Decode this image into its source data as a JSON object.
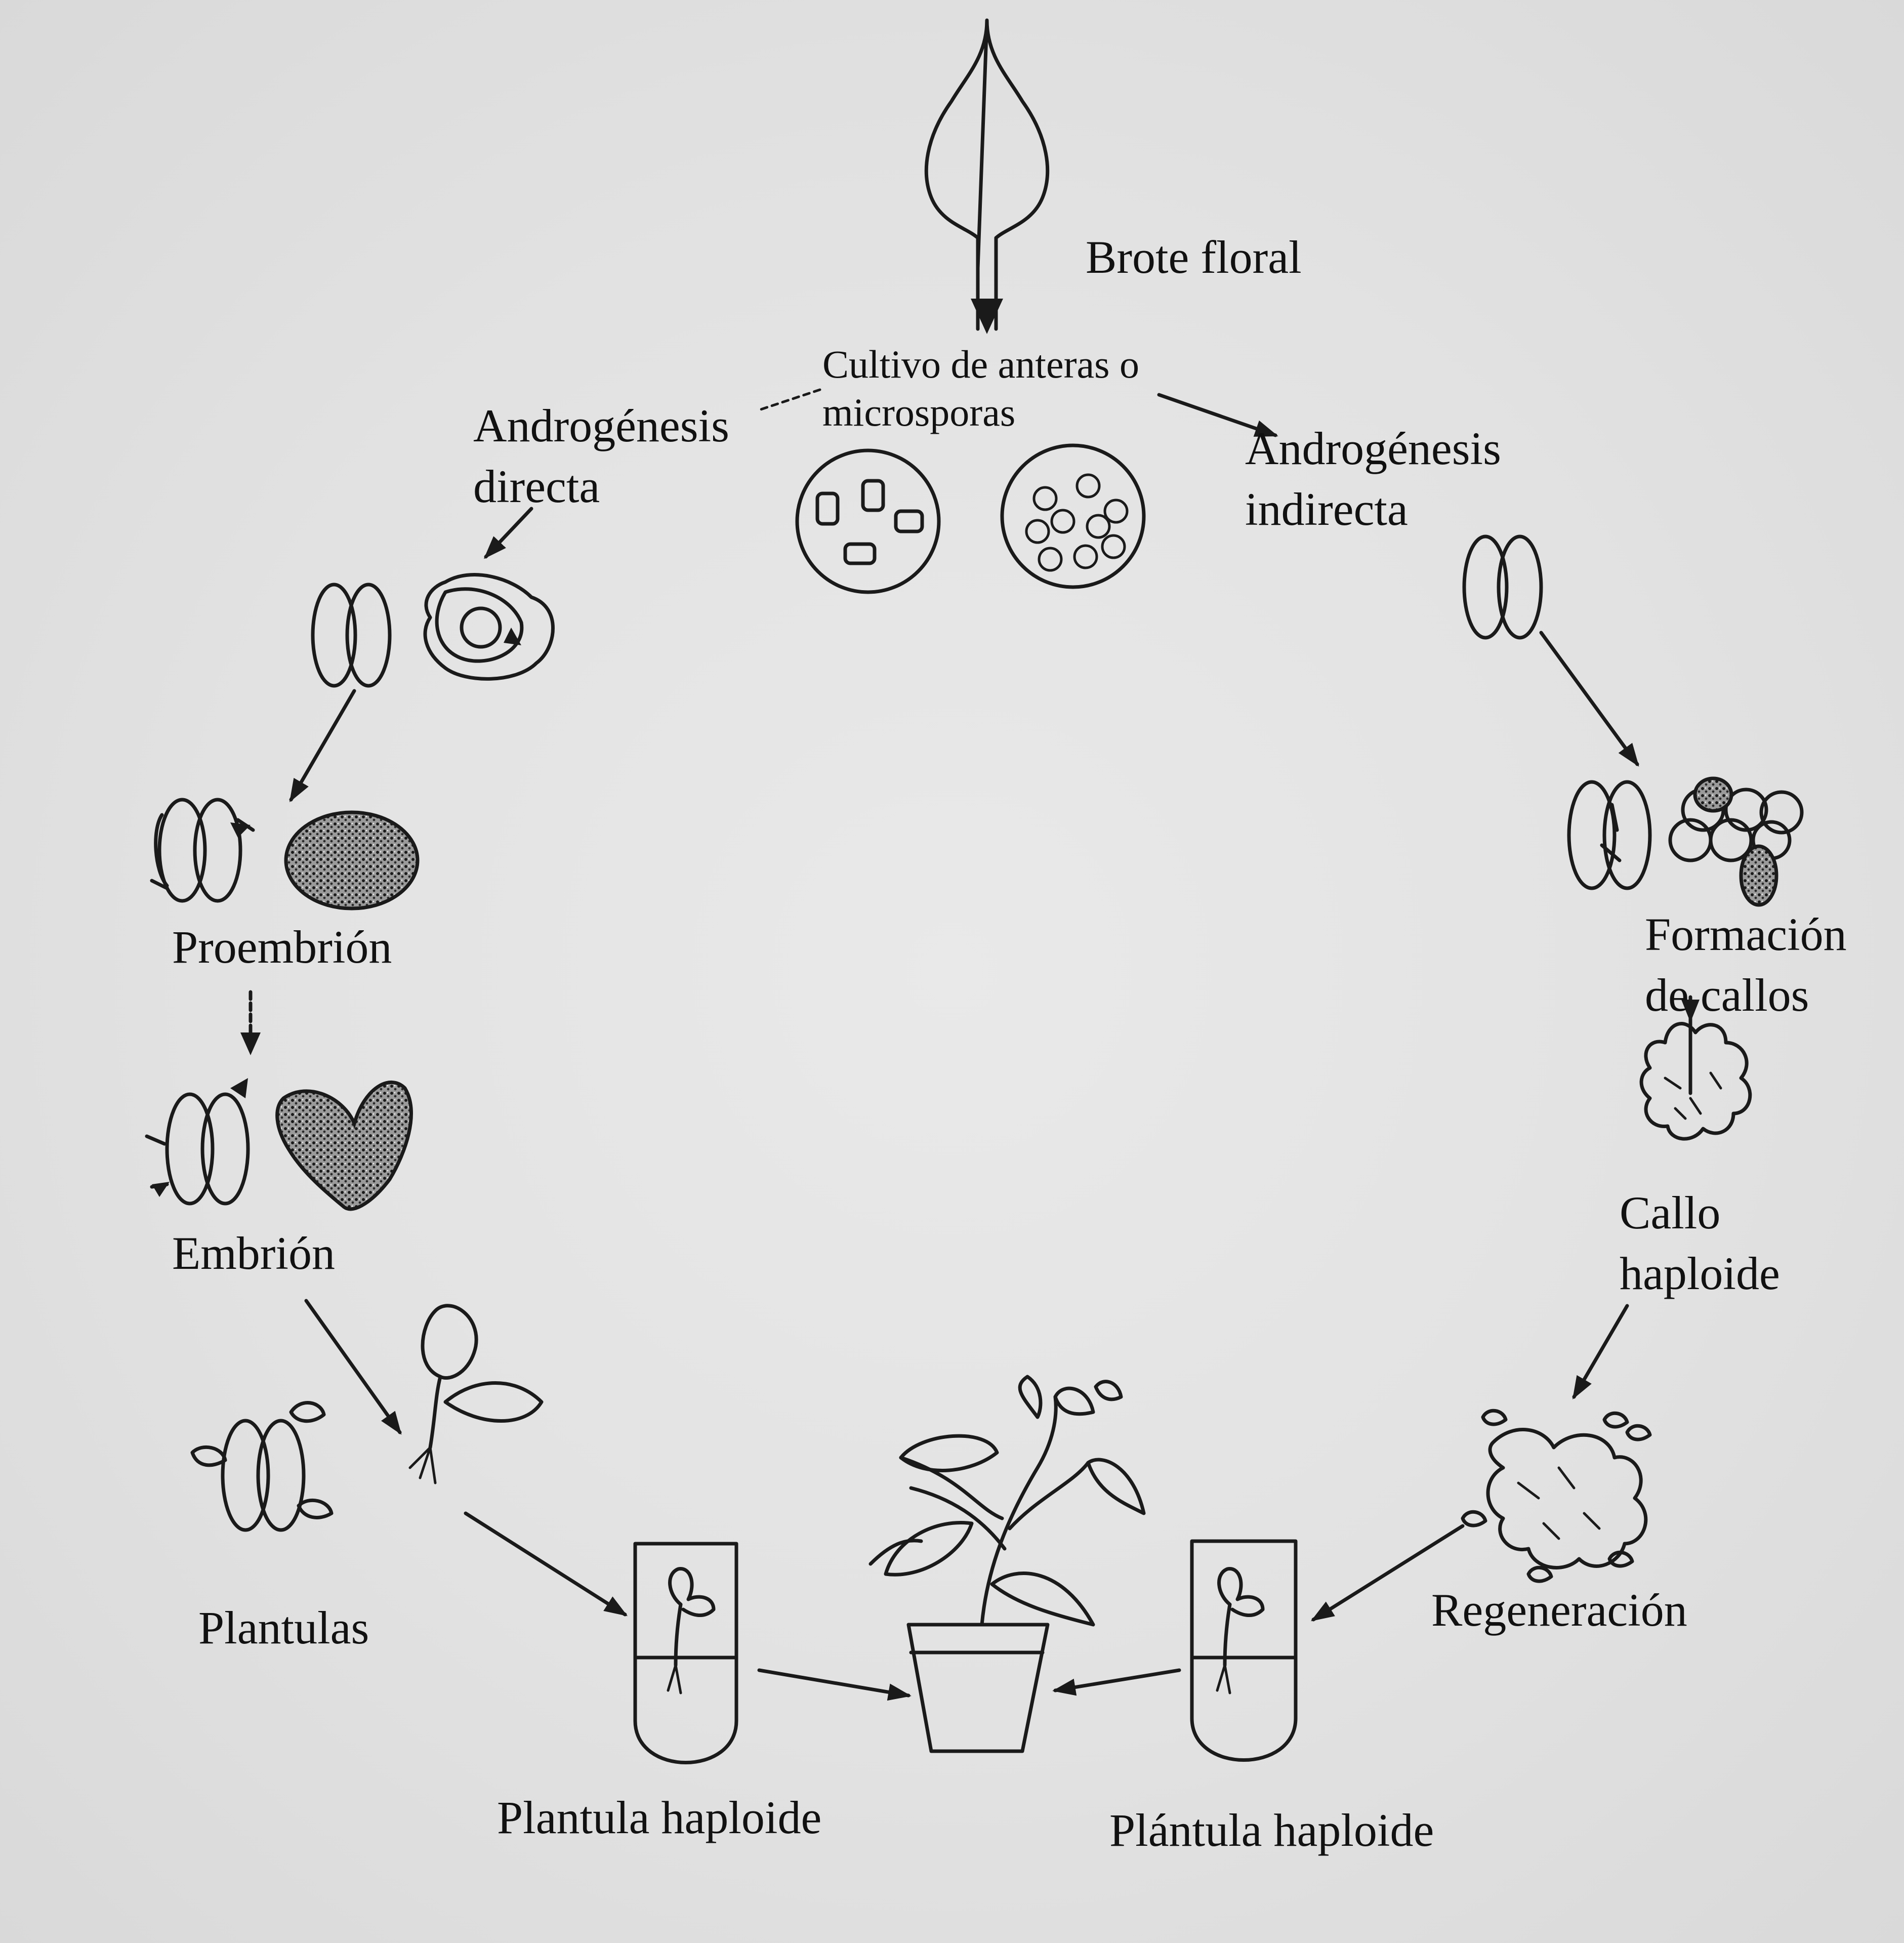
{
  "labels": {
    "brote_floral": "Brote floral",
    "cultivo_line1": "Cultivo de anteras o",
    "cultivo_line2": "microsporas",
    "androgenesis_directa_line1": "Androgénesis",
    "androgenesis_directa_line2": "directa",
    "androgenesis_indirecta_line1": "Androgénesis",
    "androgenesis_indirecta_line2": "indirecta",
    "proembrion": "Proembrión",
    "embrion": "Embrión",
    "plantulas": "Plantulas",
    "plantula_haploide_left": "Plantula haploide",
    "plantula_haploide_right": "Plántula haploide",
    "formacion_line1": "Formación",
    "formacion_line2": "de callos",
    "callo_line1": "Callo",
    "callo_line2": "haploide",
    "regeneracion": "Regeneración"
  }
}
